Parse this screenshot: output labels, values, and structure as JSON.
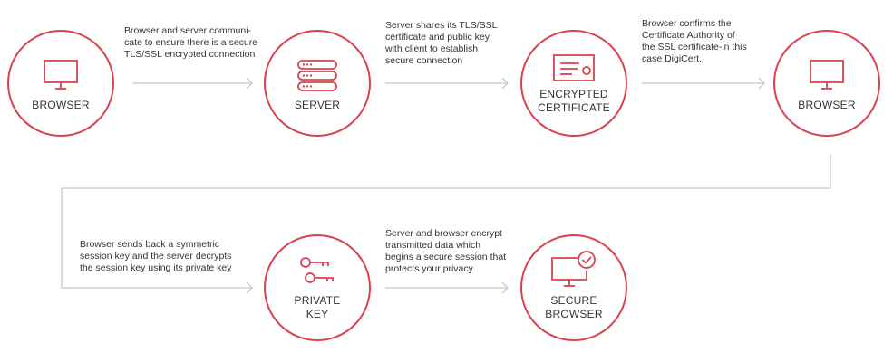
{
  "colors": {
    "accent": "#d9434f",
    "connector": "#c8c8c8",
    "text": "#333333"
  },
  "nodes": [
    {
      "id": "browser-1",
      "label": "BROWSER",
      "icon": "monitor-icon"
    },
    {
      "id": "server",
      "label": "SERVER",
      "icon": "server-icon"
    },
    {
      "id": "certificate",
      "label": "ENCRYPTED\nCERTIFICATE",
      "icon": "certificate-icon"
    },
    {
      "id": "browser-2",
      "label": "BROWSER",
      "icon": "monitor-icon"
    },
    {
      "id": "private-key",
      "label": "PRIVATE\nKEY",
      "icon": "keys-icon"
    },
    {
      "id": "secure-browser",
      "label": "SECURE\nBROWSER",
      "icon": "secure-monitor-icon"
    }
  ],
  "notes": [
    "Browser and server communi-\ncate to ensure there is a secure\nTLS/SSL encrypted connection",
    "Server shares its TLS/SSL\ncertificate and public key\nwith client to establish\nsecure connection",
    "Browser confirms the\nCertificate Authority of\nthe SSL certificate-in this\ncase DigiCert.",
    "Browser sends back a symmetric\nsession key and the server decrypts\nthe session key using its private key",
    "Server and browser encrypt\ntransmitted data which\nbegins a secure session that\nprotects your privacy"
  ]
}
